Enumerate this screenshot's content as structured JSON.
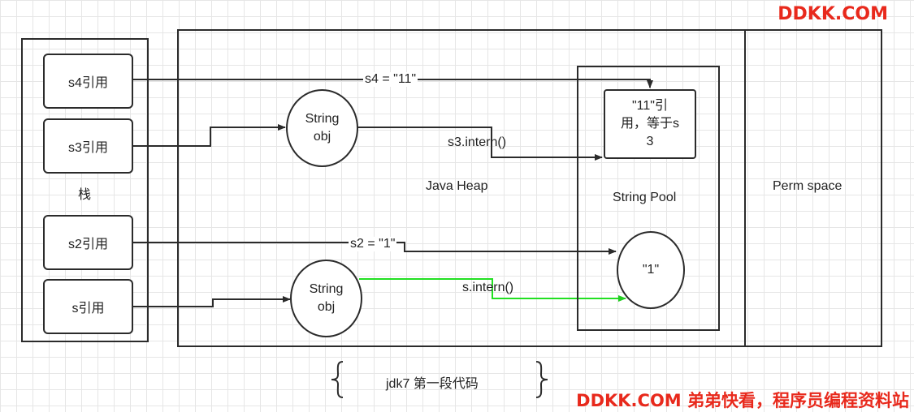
{
  "stack": {
    "label": "栈",
    "refs": [
      "s4引用",
      "s3引用",
      "s2引用",
      "s引用"
    ]
  },
  "heap": {
    "label": "Java Heap",
    "obj_top": "String\nobj",
    "obj_bottom": "String\nobj"
  },
  "pool": {
    "label": "String Pool",
    "entry_11": "\"11\"引\n用，等于s\n3",
    "entry_1": "\"1\""
  },
  "perm": {
    "label": "Perm space"
  },
  "edges": {
    "s4_assign": "s4 = \"11\"",
    "s3_intern": "s3.intern()",
    "s2_assign": "s2 = \"1\"",
    "s_intern": "s.intern()"
  },
  "caption": "jdk7 第一段代码",
  "watermark_top": "DDKK.COM",
  "watermark_bottom": "DDKK.COM 弟弟快看，程序员编程资料站",
  "colors": {
    "line": "#2b2b2b",
    "highlight": "#22e022",
    "watermark": "#e8291c"
  }
}
